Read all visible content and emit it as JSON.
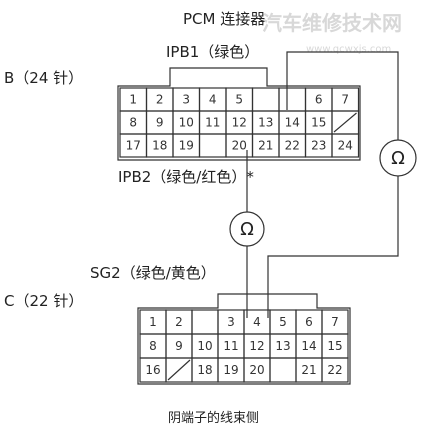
{
  "watermark": {
    "text": "汽车维修技术网",
    "url": "www.qcwxjs.com"
  },
  "title": "PCM 连接器",
  "ipb1_label": "IPB1（绿色）",
  "ipb2_label": "IPB2（绿色/红色）*",
  "sg2_label": "SG2（绿色/黄色）",
  "connector_b": {
    "label": "B（24 针）",
    "rows": [
      [
        "1",
        "2",
        "3",
        "4",
        "5",
        "",
        "",
        "6",
        "7"
      ],
      [
        "8",
        "9",
        "10",
        "11",
        "12",
        "13",
        "14",
        "15",
        "/"
      ],
      [
        "17",
        "18",
        "19",
        "",
        "20",
        "21",
        "22",
        "23",
        "24"
      ]
    ]
  },
  "connector_c": {
    "label": "C（22 针）",
    "rows": [
      [
        "1",
        "2",
        "",
        "3",
        "4",
        "5",
        "6",
        "7"
      ],
      [
        "8",
        "9",
        "10",
        "11",
        "12",
        "13",
        "14",
        "15"
      ],
      [
        "16",
        "/",
        "18",
        "19",
        "20",
        "",
        "21",
        "22"
      ]
    ]
  },
  "ohm_symbol": "Ω",
  "caption": "阴端子的线束侧"
}
